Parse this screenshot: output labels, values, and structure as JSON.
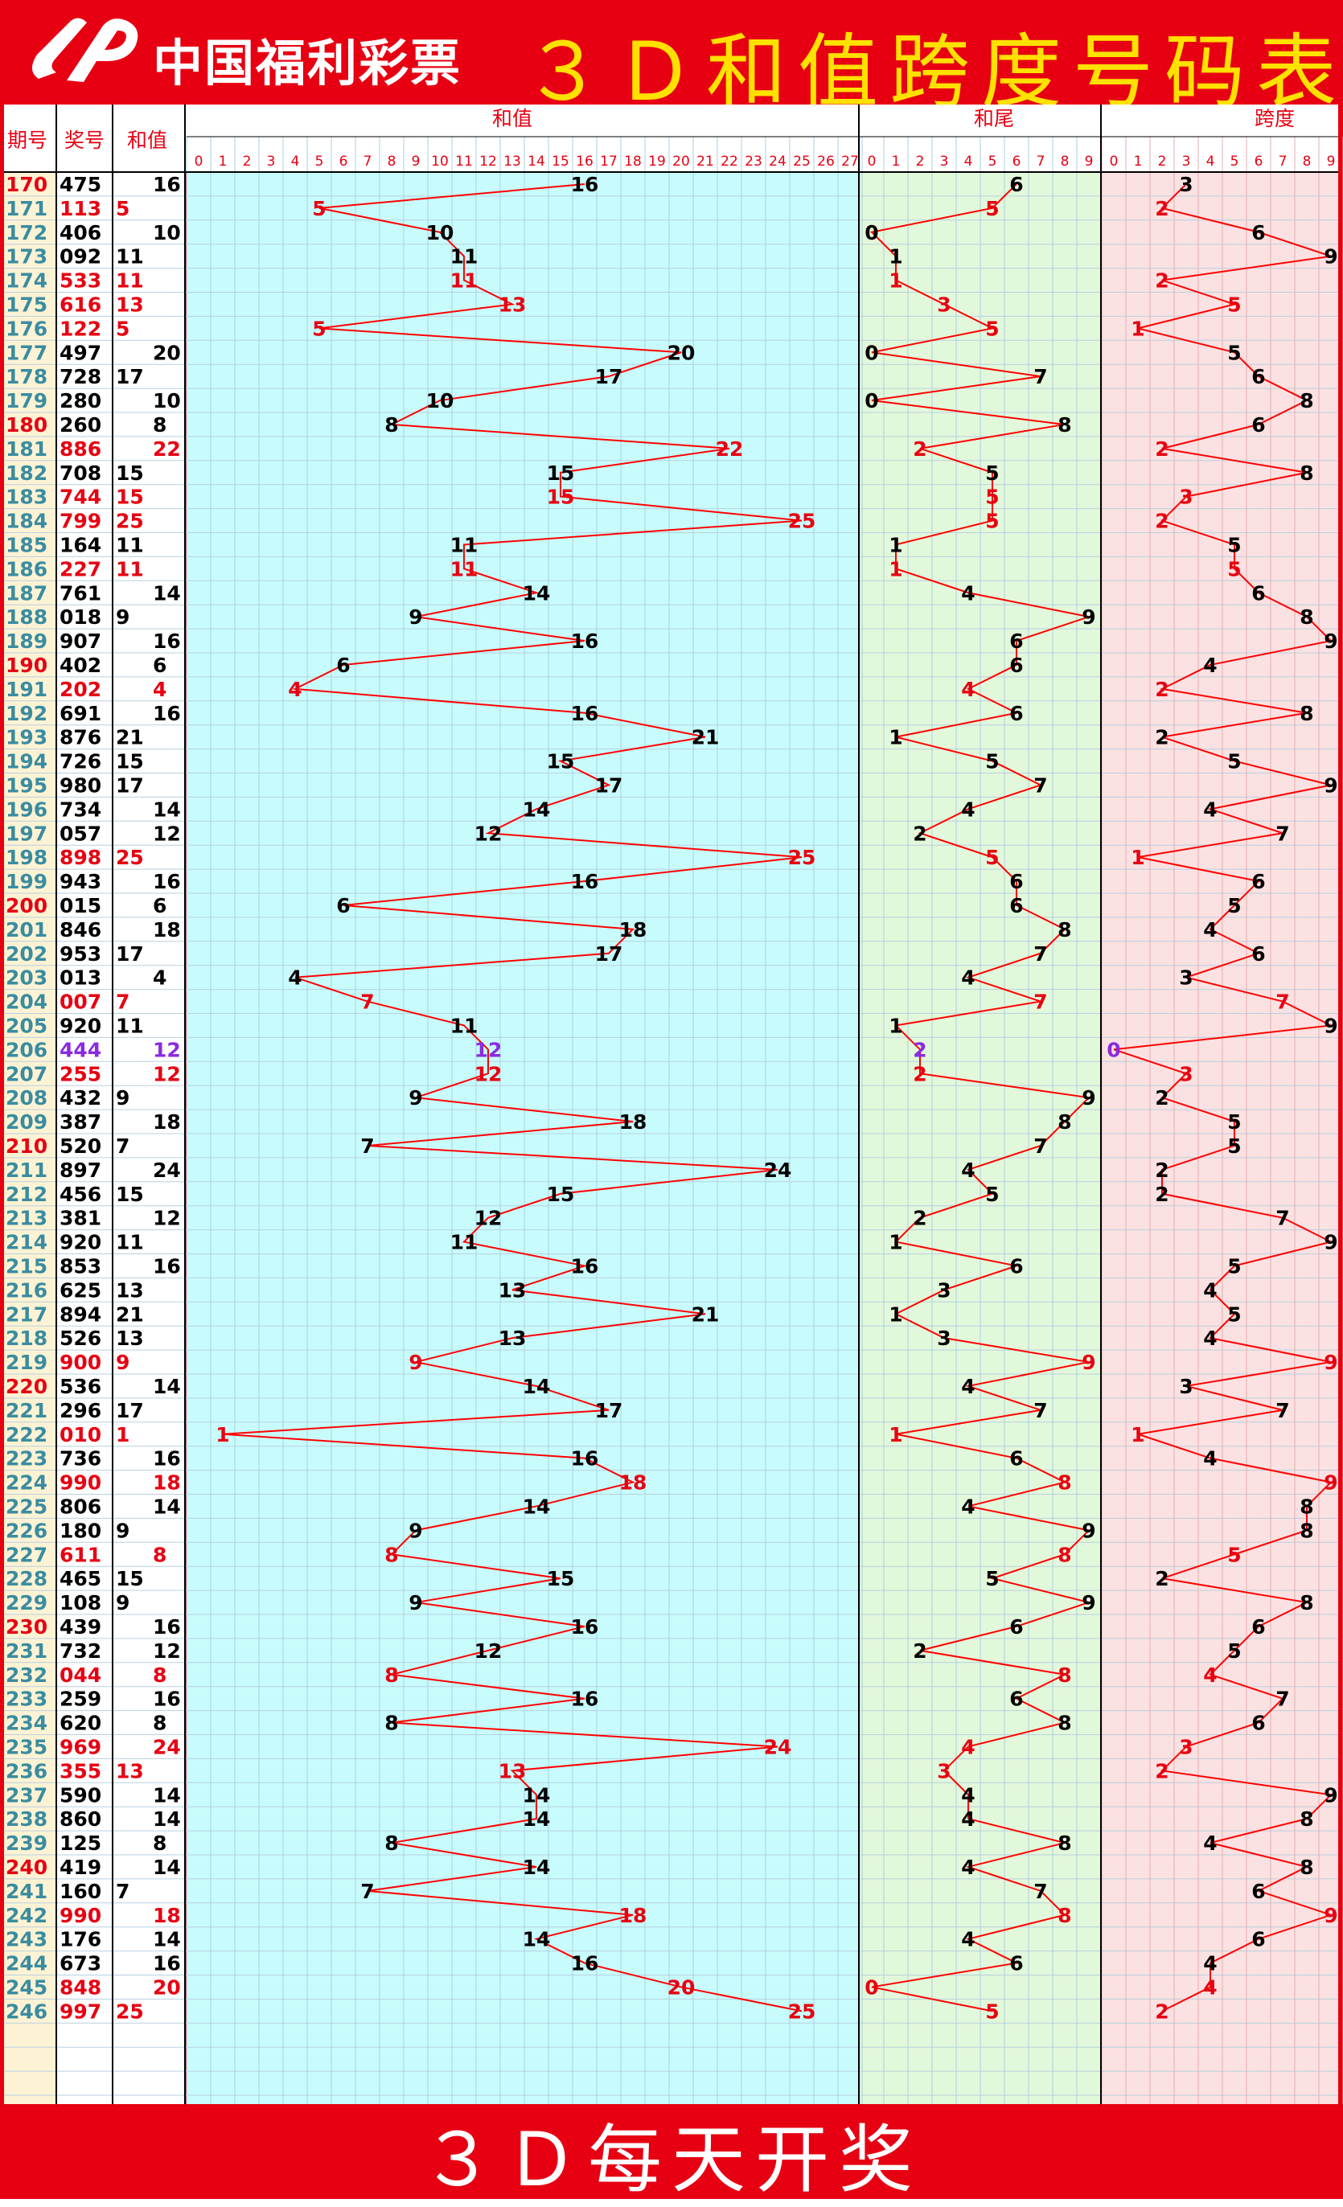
{
  "header": {
    "brand": "中国福利彩票",
    "title": "３Ｄ和值跨度号码表"
  },
  "footer": {
    "text": "３Ｄ每天开奖"
  },
  "columns": {
    "period": "期号",
    "number": "奖号",
    "sum": "和值",
    "sum_section": "和值",
    "tail_section": "和尾",
    "span_section": "跨度"
  },
  "colors": {
    "red": "#e60012",
    "yellow": "#ffe100",
    "sum_bg": "#c8fcfc",
    "tail_bg": "#e2f8da",
    "span_bg": "#fbe1e1",
    "period_bg": "#fdf3d4",
    "line": "#ff0000",
    "teal_text": "#3a8ca0",
    "purple": "#8a2be2"
  },
  "chart_data": {
    "type": "line",
    "sum_axis": [
      0,
      27
    ],
    "tail_axis": [
      0,
      9
    ],
    "span_axis": [
      0,
      9
    ],
    "draws": [
      {
        "p": "170",
        "n": "475"
      },
      {
        "p": "171",
        "n": "113"
      },
      {
        "p": "172",
        "n": "406"
      },
      {
        "p": "173",
        "n": "092"
      },
      {
        "p": "174",
        "n": "533"
      },
      {
        "p": "175",
        "n": "616"
      },
      {
        "p": "176",
        "n": "122"
      },
      {
        "p": "177",
        "n": "497"
      },
      {
        "p": "178",
        "n": "728"
      },
      {
        "p": "179",
        "n": "280"
      },
      {
        "p": "180",
        "n": "260"
      },
      {
        "p": "181",
        "n": "886"
      },
      {
        "p": "182",
        "n": "708"
      },
      {
        "p": "183",
        "n": "744"
      },
      {
        "p": "184",
        "n": "799"
      },
      {
        "p": "185",
        "n": "164"
      },
      {
        "p": "186",
        "n": "227"
      },
      {
        "p": "187",
        "n": "761"
      },
      {
        "p": "188",
        "n": "018"
      },
      {
        "p": "189",
        "n": "907"
      },
      {
        "p": "190",
        "n": "402"
      },
      {
        "p": "191",
        "n": "202"
      },
      {
        "p": "192",
        "n": "691"
      },
      {
        "p": "193",
        "n": "876"
      },
      {
        "p": "194",
        "n": "726"
      },
      {
        "p": "195",
        "n": "980"
      },
      {
        "p": "196",
        "n": "734"
      },
      {
        "p": "197",
        "n": "057"
      },
      {
        "p": "198",
        "n": "898"
      },
      {
        "p": "199",
        "n": "943"
      },
      {
        "p": "200",
        "n": "015"
      },
      {
        "p": "201",
        "n": "846"
      },
      {
        "p": "202",
        "n": "953"
      },
      {
        "p": "203",
        "n": "013"
      },
      {
        "p": "204",
        "n": "007"
      },
      {
        "p": "205",
        "n": "920"
      },
      {
        "p": "206",
        "n": "444"
      },
      {
        "p": "207",
        "n": "255"
      },
      {
        "p": "208",
        "n": "432"
      },
      {
        "p": "209",
        "n": "387"
      },
      {
        "p": "210",
        "n": "520"
      },
      {
        "p": "211",
        "n": "897"
      },
      {
        "p": "212",
        "n": "456"
      },
      {
        "p": "213",
        "n": "381"
      },
      {
        "p": "214",
        "n": "920"
      },
      {
        "p": "215",
        "n": "853"
      },
      {
        "p": "216",
        "n": "625"
      },
      {
        "p": "217",
        "n": "894"
      },
      {
        "p": "218",
        "n": "526"
      },
      {
        "p": "219",
        "n": "900"
      },
      {
        "p": "220",
        "n": "536"
      },
      {
        "p": "221",
        "n": "296"
      },
      {
        "p": "222",
        "n": "010"
      },
      {
        "p": "223",
        "n": "736"
      },
      {
        "p": "224",
        "n": "990"
      },
      {
        "p": "225",
        "n": "806"
      },
      {
        "p": "226",
        "n": "180"
      },
      {
        "p": "227",
        "n": "611"
      },
      {
        "p": "228",
        "n": "465"
      },
      {
        "p": "229",
        "n": "108"
      },
      {
        "p": "230",
        "n": "439"
      },
      {
        "p": "231",
        "n": "732"
      },
      {
        "p": "232",
        "n": "044"
      },
      {
        "p": "233",
        "n": "259"
      },
      {
        "p": "234",
        "n": "620"
      },
      {
        "p": "235",
        "n": "969"
      },
      {
        "p": "236",
        "n": "355"
      },
      {
        "p": "237",
        "n": "590"
      },
      {
        "p": "238",
        "n": "860"
      },
      {
        "p": "239",
        "n": "125"
      },
      {
        "p": "240",
        "n": "419"
      },
      {
        "p": "241",
        "n": "160"
      },
      {
        "p": "242",
        "n": "990"
      },
      {
        "p": "243",
        "n": "176"
      },
      {
        "p": "244",
        "n": "673"
      },
      {
        "p": "245",
        "n": "848"
      },
      {
        "p": "246",
        "n": "997"
      }
    ]
  }
}
